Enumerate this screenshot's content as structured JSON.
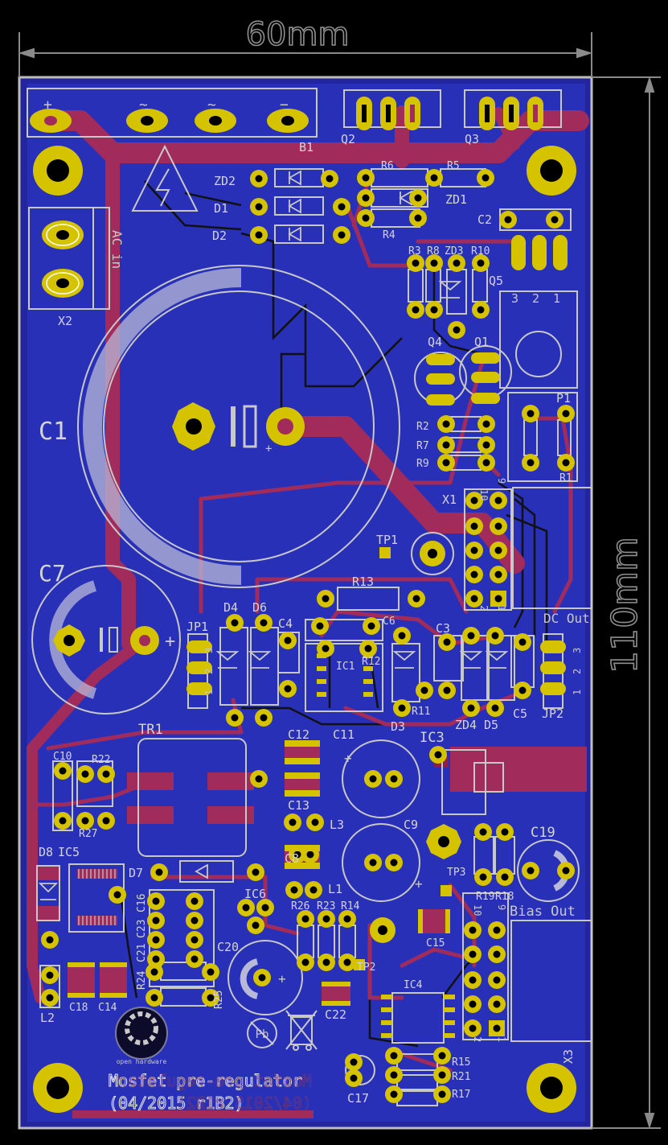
{
  "dimensions": {
    "width": "60mm",
    "height": "110mm"
  },
  "title_lines": [
    "Mosfet pre-regulator",
    "(04/2015 r1B2)"
  ],
  "oshw_caption": "open hardware",
  "colors": {
    "background": "#000000",
    "substrate": "#22259e",
    "bottom_copper": "#2830b8",
    "top_copper": "#a12c5c",
    "pad": "#d6c300",
    "silk": "#c8c8c8",
    "dimension": "#7a7a7a"
  },
  "connector_labels": {
    "b1_pins": [
      "+",
      "~",
      "~",
      "−"
    ],
    "x2_side": "AC in",
    "dc_out": "DC Out",
    "bias_out": "Bias Out",
    "q5_pins": [
      "3",
      "2",
      "1"
    ],
    "jp1_pins": [
      "1",
      "2",
      "3"
    ],
    "jp2_pins": [
      "3",
      "2",
      "1"
    ],
    "x1_pins": [
      "10",
      "9",
      "2",
      "1"
    ],
    "x3_pins": [
      "10",
      "9",
      "2",
      "1"
    ]
  },
  "refdes": [
    "B1",
    "Q2",
    "Q3",
    "ZD2",
    "D1",
    "D2",
    "R6",
    "R5",
    "ZD1",
    "R4",
    "C2",
    "R3",
    "R8",
    "ZD3",
    "R10",
    "Q5",
    "X2",
    "Q4",
    "Q1",
    "P1",
    "C1",
    "R2",
    "R7",
    "R9",
    "R1",
    "X1",
    "TP1",
    "C7",
    "R13",
    "D4",
    "D6",
    "C4",
    "C6",
    "JP1",
    "IC1",
    "R12",
    "C3",
    "R11",
    "D3",
    "ZD4",
    "D5",
    "C5",
    "JP2",
    "TR1",
    "C12",
    "C11",
    "IC3",
    "C10",
    "R22",
    "R27",
    "C13",
    "L3",
    "C9",
    "C19",
    "D8",
    "IC5",
    "D7",
    "C8",
    "TP3",
    "R19",
    "R18",
    "L1",
    "R26",
    "R23",
    "R14",
    "IC6",
    "C16",
    "C23",
    "C21",
    "C20",
    "R24",
    "R25",
    "TP2",
    "C15",
    "IC4",
    "C22",
    "L2",
    "C18",
    "C14",
    "R15",
    "R21",
    "C17",
    "R17",
    "X3"
  ]
}
